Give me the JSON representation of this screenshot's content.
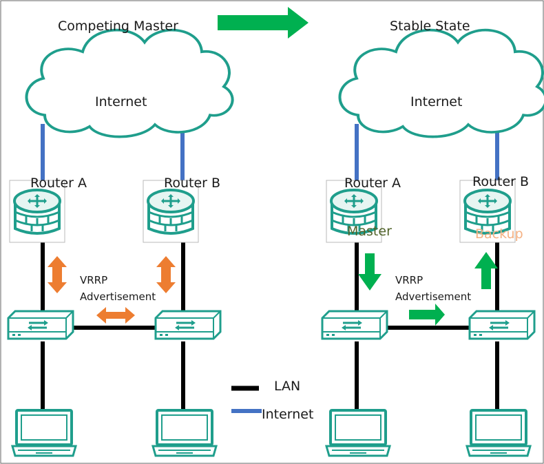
{
  "colors": {
    "lan": "#000000",
    "internet": "#4472c4",
    "device": "#1f9e8c",
    "device_light": "#e6f5f2",
    "orange": "#ed7d31",
    "green": "#00b050",
    "master_text": "#4f6228",
    "backup_text": "#f4b183"
  },
  "left": {
    "title": "Competing Master",
    "cloud_label": "Internet",
    "router_a": "Router A",
    "router_b": "Router B",
    "vrrp_line1": "VRRP",
    "vrrp_line2": "Advertisement"
  },
  "right": {
    "title": "Stable State",
    "cloud_label": "Internet",
    "router_a": "Router A",
    "router_b": "Router B",
    "router_a_state": "Master",
    "router_b_state": "Backup",
    "vrrp_line1": "VRRP",
    "vrrp_line2": "Advertisement"
  },
  "legend": {
    "lan_label": "LAN",
    "internet_label": "Internet"
  },
  "icons": {
    "transition_arrow": "right-arrow-icon",
    "cloud": "cloud-icon",
    "router": "router-icon",
    "switch": "switch-icon",
    "laptop": "laptop-icon"
  }
}
